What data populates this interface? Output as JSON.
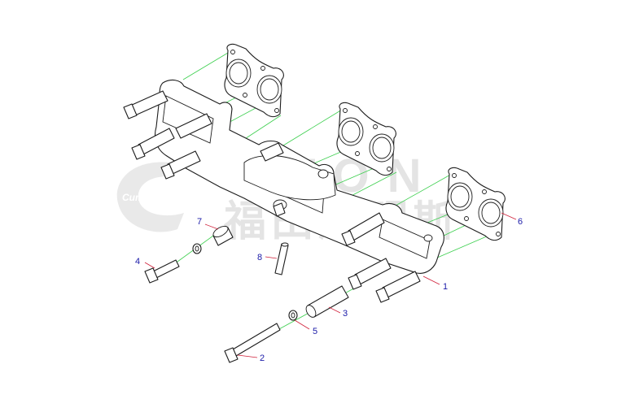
{
  "callouts": [
    {
      "id": "part-1",
      "label": "1"
    },
    {
      "id": "part-2",
      "label": "2"
    },
    {
      "id": "part-3",
      "label": "3"
    },
    {
      "id": "part-4",
      "label": "4"
    },
    {
      "id": "part-5",
      "label": "5"
    },
    {
      "id": "part-6",
      "label": "6"
    },
    {
      "id": "part-7",
      "label": "7"
    },
    {
      "id": "part-8",
      "label": "8"
    }
  ],
  "watermark": {
    "brand_script": "Cumm",
    "latin": "OTON",
    "chinese": "福田康明斯"
  },
  "colors": {
    "callout_text": "#1a1aa8",
    "leader_line": "#d0203a",
    "assembly_guide": "#3ccf4e",
    "watermark": "#e6e6e6"
  }
}
